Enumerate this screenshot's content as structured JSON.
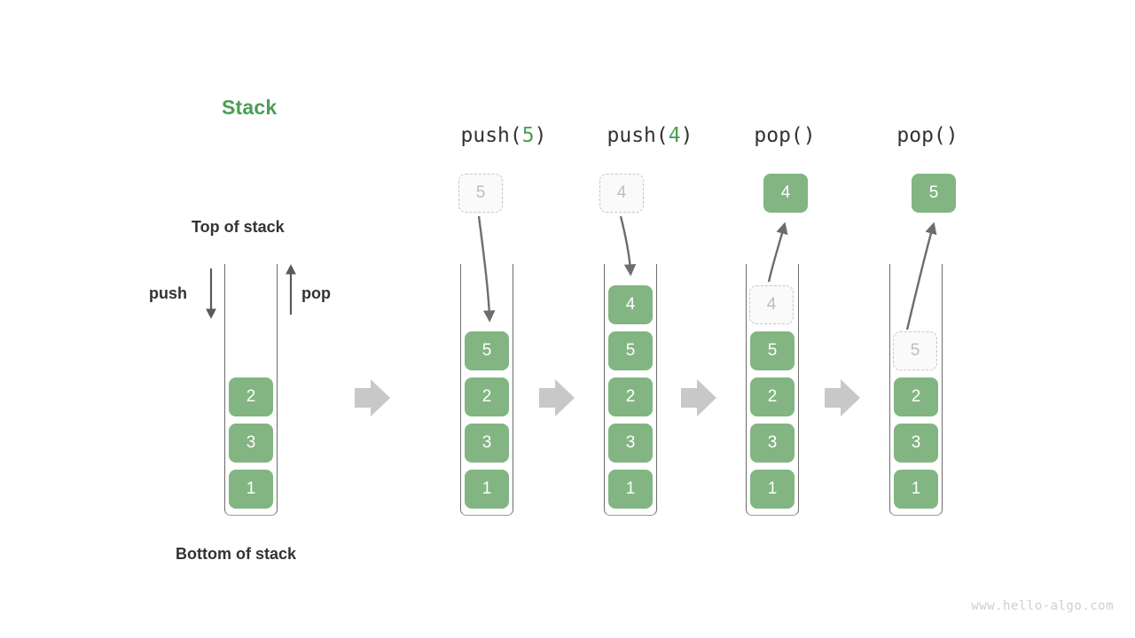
{
  "diagram": {
    "title": "Stack",
    "title_color": "#4c9e54",
    "accent_green": "#82b582",
    "ghost_gray": "#bdbdbd",
    "arrow_gray": "#6d6d6d",
    "step_arrow_gray": "#c8c8c8",
    "labels": {
      "top_of_stack": "Top of stack",
      "bottom_of_stack": "Bottom of stack",
      "push": "push",
      "pop": "pop"
    },
    "watermark": "www.hello-algo.com",
    "columns": [
      {
        "id": "initial",
        "header": "",
        "header_op": "",
        "header_arg": "",
        "cells": [
          {
            "value": "2",
            "state": "solid"
          },
          {
            "value": "3",
            "state": "solid"
          },
          {
            "value": "1",
            "state": "solid"
          }
        ],
        "floating": null,
        "incoming_ghost": null
      },
      {
        "id": "push-5",
        "header": "push(5)",
        "header_op": "push(",
        "header_arg": "5",
        "header_close": ")",
        "cells": [
          {
            "value": "5",
            "state": "solid"
          },
          {
            "value": "2",
            "state": "solid"
          },
          {
            "value": "3",
            "state": "solid"
          },
          {
            "value": "1",
            "state": "solid"
          }
        ],
        "floating": {
          "value": "5",
          "state": "ghost"
        },
        "arrow_direction": "down"
      },
      {
        "id": "push-4",
        "header": "push(4)",
        "header_op": "push(",
        "header_arg": "4",
        "header_close": ")",
        "cells": [
          {
            "value": "4",
            "state": "solid"
          },
          {
            "value": "5",
            "state": "solid"
          },
          {
            "value": "2",
            "state": "solid"
          },
          {
            "value": "3",
            "state": "solid"
          },
          {
            "value": "1",
            "state": "solid"
          }
        ],
        "floating": {
          "value": "4",
          "state": "ghost"
        },
        "arrow_direction": "down"
      },
      {
        "id": "pop-1",
        "header": "pop()",
        "header_op": "pop(",
        "header_arg": "",
        "header_close": ")",
        "cells": [
          {
            "value": "4",
            "state": "ghost"
          },
          {
            "value": "5",
            "state": "solid"
          },
          {
            "value": "2",
            "state": "solid"
          },
          {
            "value": "3",
            "state": "solid"
          },
          {
            "value": "1",
            "state": "solid"
          }
        ],
        "floating": {
          "value": "4",
          "state": "solid"
        },
        "arrow_direction": "up"
      },
      {
        "id": "pop-2",
        "header": "pop()",
        "header_op": "pop(",
        "header_arg": "",
        "header_close": ")",
        "cells": [
          {
            "value": "5",
            "state": "ghost"
          },
          {
            "value": "2",
            "state": "solid"
          },
          {
            "value": "3",
            "state": "solid"
          },
          {
            "value": "1",
            "state": "solid"
          }
        ],
        "floating": {
          "value": "5",
          "state": "solid"
        },
        "arrow_direction": "up"
      }
    ]
  }
}
